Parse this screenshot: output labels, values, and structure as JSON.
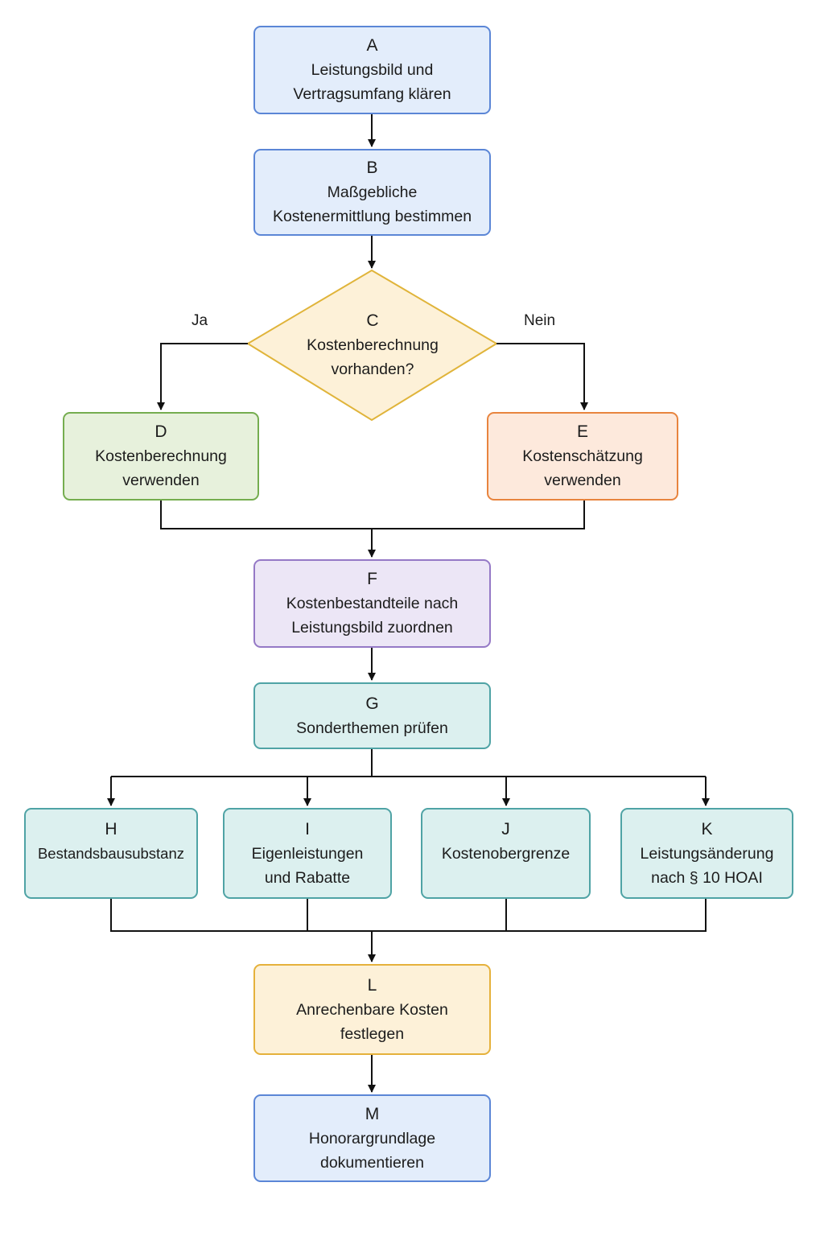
{
  "nodes": {
    "a": {
      "letter": "A",
      "label": "Leistungsbild und\nVertragsumfang klären"
    },
    "b": {
      "letter": "B",
      "label": "Maßgebliche\nKostenermittlung bestimmen"
    },
    "c": {
      "letter": "C",
      "label": "Kostenberechnung\nvorhanden?"
    },
    "d": {
      "letter": "D",
      "label": "Kostenberechnung\nverwenden"
    },
    "e": {
      "letter": "E",
      "label": "Kostenschätzung\nverwenden"
    },
    "f": {
      "letter": "F",
      "label": "Kostenbestandteile nach\nLeistungsbild zuordnen"
    },
    "g": {
      "letter": "G",
      "label": "Sonderthemen prüfen"
    },
    "h": {
      "letter": "H",
      "label": "Bestandsbausubstanz"
    },
    "i": {
      "letter": "I",
      "label": "Eigenleistungen\nund Rabatte"
    },
    "j": {
      "letter": "J",
      "label": "Kostenobergrenze"
    },
    "k": {
      "letter": "K",
      "label": "Leistungsänderung\nnach § 10 HOAI"
    },
    "l": {
      "letter": "L",
      "label": "Anrechenbare Kosten\nfestlegen"
    },
    "m": {
      "letter": "M",
      "label": "Honorargrundlage\ndokumentieren"
    }
  },
  "branches": {
    "yes": "Ja",
    "no": "Nein"
  },
  "colors": {
    "blue": "#5b86d6",
    "green": "#75ad4f",
    "orange": "#e8843e",
    "purple": "#9579c6",
    "teal": "#4fa3a5",
    "yellow": "#e5b13b",
    "decision_fill": "#fdf1d8",
    "decision_stroke": "#e0b43a",
    "connector": "#111111"
  }
}
